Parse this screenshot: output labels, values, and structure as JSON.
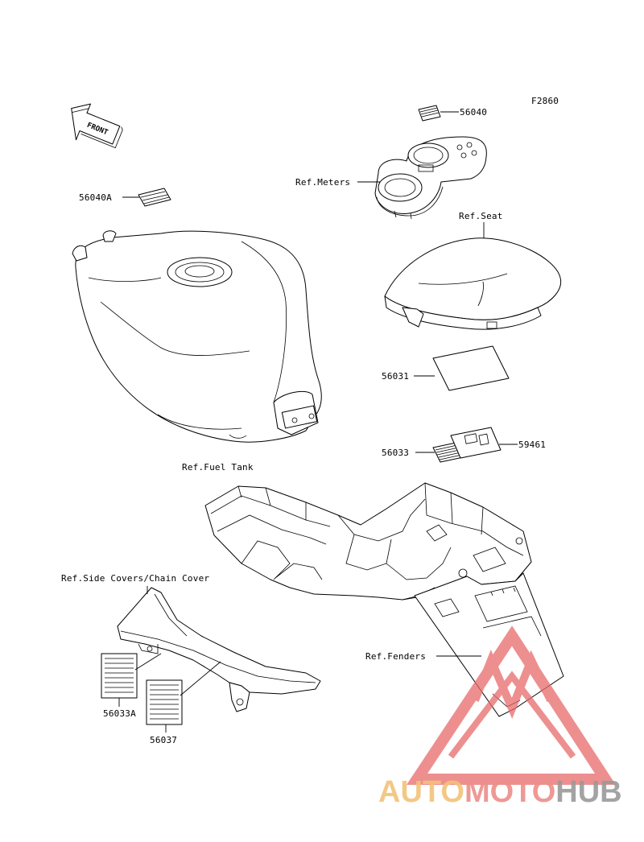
{
  "figure_code": "F2860",
  "front_arrow_label": "FRONT",
  "labels": {
    "p56040": "56040",
    "ref_meters": "Ref.Meters",
    "p56040A": "56040A",
    "ref_seat": "Ref.Seat",
    "p56031": "56031",
    "p56033": "56033",
    "p59461": "59461",
    "ref_fuel_tank": "Ref.Fuel Tank",
    "ref_side_covers": "Ref.Side Covers/Chain Cover",
    "ref_fenders": "Ref.Fenders",
    "p56033A": "56033A",
    "p56037": "56037"
  },
  "watermark": {
    "part1": "AUTO",
    "part2": "MOTO",
    "part3": "HUB",
    "colors": {
      "auto": "#f2c37a",
      "moto": "#ec8f8a",
      "hub": "#9a9a9a",
      "logo": "#e86a6a"
    }
  }
}
